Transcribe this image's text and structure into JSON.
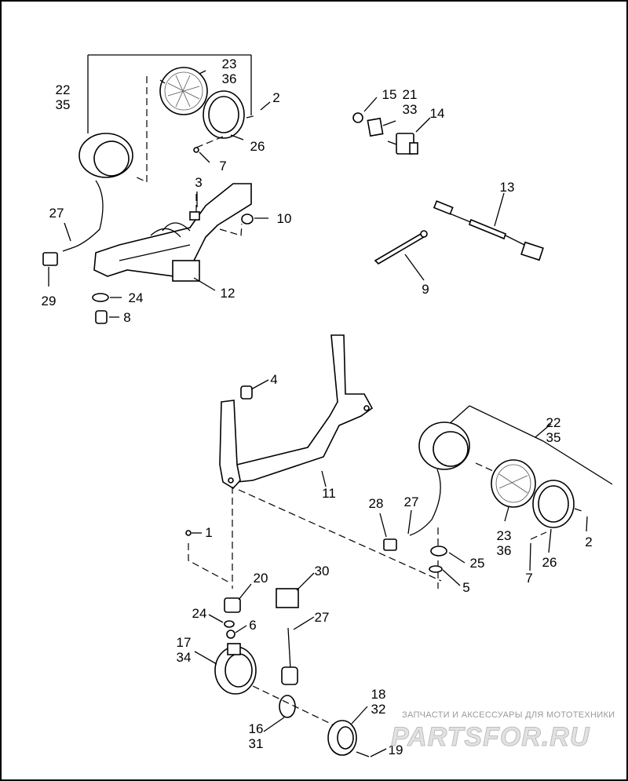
{
  "callouts": [
    {
      "id": "c22a",
      "lines": [
        "22",
        "35"
      ]
    },
    {
      "id": "c23a",
      "lines": [
        "23",
        "36"
      ]
    },
    {
      "id": "c2a",
      "lines": [
        "2"
      ]
    },
    {
      "id": "c26a",
      "lines": [
        "26"
      ]
    },
    {
      "id": "c7a",
      "lines": [
        "7"
      ]
    },
    {
      "id": "c3",
      "lines": [
        "3"
      ]
    },
    {
      "id": "c10",
      "lines": [
        "10"
      ]
    },
    {
      "id": "c27a",
      "lines": [
        "27"
      ]
    },
    {
      "id": "c29",
      "lines": [
        "29"
      ]
    },
    {
      "id": "c24a",
      "lines": [
        "24"
      ]
    },
    {
      "id": "c12",
      "lines": [
        "12"
      ]
    },
    {
      "id": "c8",
      "lines": [
        "8"
      ]
    },
    {
      "id": "c15",
      "lines": [
        "15"
      ]
    },
    {
      "id": "c21",
      "lines": [
        "21",
        "33"
      ]
    },
    {
      "id": "c14",
      "lines": [
        "14"
      ]
    },
    {
      "id": "c13",
      "lines": [
        "13"
      ]
    },
    {
      "id": "c9",
      "lines": [
        "9"
      ]
    },
    {
      "id": "c4",
      "lines": [
        "4"
      ]
    },
    {
      "id": "c22b",
      "lines": [
        "22",
        "35"
      ]
    },
    {
      "id": "c11",
      "lines": [
        "11"
      ]
    },
    {
      "id": "c27b",
      "lines": [
        "27"
      ]
    },
    {
      "id": "c28",
      "lines": [
        "28"
      ]
    },
    {
      "id": "c1",
      "lines": [
        "1"
      ]
    },
    {
      "id": "c25",
      "lines": [
        "25"
      ]
    },
    {
      "id": "c5",
      "lines": [
        "5"
      ]
    },
    {
      "id": "c23b",
      "lines": [
        "23",
        "36"
      ]
    },
    {
      "id": "c26b",
      "lines": [
        "26"
      ]
    },
    {
      "id": "c2b",
      "lines": [
        "2"
      ]
    },
    {
      "id": "c7b",
      "lines": [
        "7"
      ]
    },
    {
      "id": "c20",
      "lines": [
        "20"
      ]
    },
    {
      "id": "c30",
      "lines": [
        "30"
      ]
    },
    {
      "id": "c24b",
      "lines": [
        "24"
      ]
    },
    {
      "id": "c6",
      "lines": [
        "6"
      ]
    },
    {
      "id": "c27c",
      "lines": [
        "27"
      ]
    },
    {
      "id": "c17",
      "lines": [
        "17",
        "34"
      ]
    },
    {
      "id": "c18",
      "lines": [
        "18",
        "32"
      ]
    },
    {
      "id": "c16",
      "lines": [
        "16",
        "31"
      ]
    },
    {
      "id": "c19",
      "lines": [
        "19"
      ]
    }
  ],
  "watermark": {
    "tagline": "ЗАПЧАСТИ И АКСЕССУАРЫ ДЛЯ МОТОТЕХНИКИ",
    "logo": "PARTSFOR.RU"
  }
}
